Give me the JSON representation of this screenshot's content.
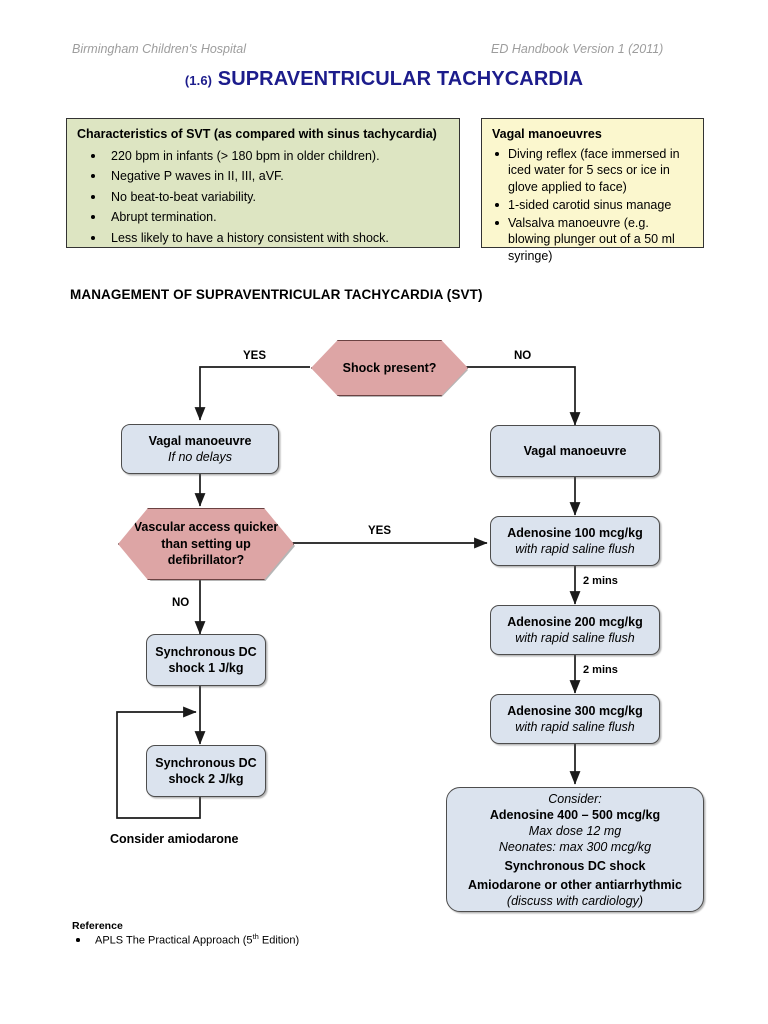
{
  "header": {
    "left": "Birmingham Children's Hospital",
    "right": "ED Handbook Version 1 (2011)",
    "title_number": "(1.6)",
    "title_text": "SUPRAVENTRICULAR TACHYCARDIA",
    "title_color": "#1c1c8c"
  },
  "characteristics_box": {
    "heading": "Characteristics of SVT (as compared with sinus tachycardia)",
    "background": "#dde5c2",
    "items": [
      "220 bpm in infants (> 180 bpm in older children).",
      "Negative P waves in II, III, aVF.",
      "No beat-to-beat variability.",
      "Abrupt termination.",
      "Less likely to have a history consistent with shock."
    ]
  },
  "vagal_box": {
    "heading": "Vagal manoeuvres",
    "background": "#fbf7ce",
    "items": [
      "Diving reflex (face immersed in iced water for 5 secs or ice in glove applied to face)",
      "1-sided carotid sinus manage",
      "Valsalva manoeuvre (e.g. blowing plunger out of a 50 ml syringe)"
    ]
  },
  "section_heading": "MANAGEMENT OF SUPRAVENTRICULAR TACHYCARDIA (SVT)",
  "flow": {
    "colors": {
      "decision_fill": "#dda5a5",
      "process_fill": "#dbe3ee",
      "stroke": "#1a1a1a"
    },
    "decision_shock": "Shock present?",
    "decision_vascular": "Vascular access quicker than setting up defibrillator?",
    "label_yes_top": "YES",
    "label_no_top": "NO",
    "label_yes_mid": "YES",
    "label_no_mid": "NO",
    "left_vagal_title": "Vagal manoeuvre",
    "left_vagal_sub": "If no delays",
    "dc_shock_1": "Synchronous DC shock 1 J/kg",
    "dc_shock_2": "Synchronous DC shock 2 J/kg",
    "loop_label": "Consider amiodarone",
    "right_vagal_title": "Vagal manoeuvre",
    "adenosine_100_title": "Adenosine 100 mcg/kg",
    "adenosine_100_sub": "with rapid saline flush",
    "timer_1": "2 mins",
    "adenosine_200_title": "Adenosine 200 mcg/kg",
    "adenosine_200_sub": "with rapid saline flush",
    "timer_2": "2 mins",
    "adenosine_300_title": "Adenosine 300 mcg/kg",
    "adenosine_300_sub": "with rapid saline flush",
    "consider_box": {
      "line1": "Consider:",
      "line2": "Adenosine 400 – 500 mcg/kg",
      "line3": "Max dose 12 mg",
      "line4": "Neonates: max 300 mcg/kg",
      "line5": "Synchronous DC shock",
      "line6": "Amiodarone or other antiarrhythmic",
      "line7": "(discuss with cardiology)"
    }
  },
  "reference": {
    "heading": "Reference",
    "item_pre": "APLS The Practical Approach (5",
    "item_sup": "th",
    "item_post": " Edition)"
  }
}
